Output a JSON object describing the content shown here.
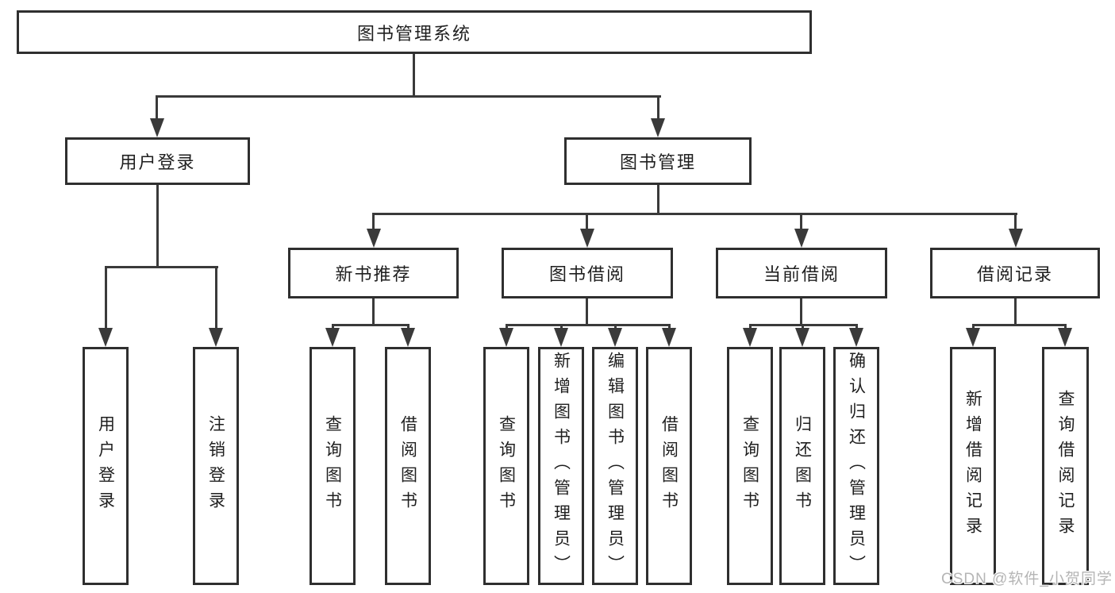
{
  "diagram": {
    "root": {
      "label": "图书管理系统"
    },
    "level2": [
      {
        "label": "用户登录"
      },
      {
        "label": "图书管理"
      }
    ],
    "level3": [
      {
        "label": "新书推荐"
      },
      {
        "label": "图书借阅"
      },
      {
        "label": "当前借阅"
      },
      {
        "label": "借阅记录"
      }
    ],
    "leaves": {
      "user_login": [
        {
          "label": "用户登录"
        },
        {
          "label": "注销登录"
        }
      ],
      "new_books": [
        {
          "label": "查询图书"
        },
        {
          "label": "借阅图书"
        }
      ],
      "book_borrow": [
        {
          "label": "查询图书"
        },
        {
          "label": "新增图书（管理员）"
        },
        {
          "label": "编辑图书（管理员）"
        },
        {
          "label": "借阅图书"
        }
      ],
      "current_borrow": [
        {
          "label": "查询图书"
        },
        {
          "label": "归还图书"
        },
        {
          "label": "确认归还（管理员）"
        }
      ],
      "borrow_records": [
        {
          "label": "新增借阅记录"
        },
        {
          "label": "查询借阅记录"
        }
      ]
    }
  },
  "watermark": {
    "text": "CSDN @软件_小贺同学"
  },
  "colors": {
    "background": "#ffffff",
    "line": "#3a3a3a",
    "box_border": "#2f2f2f",
    "text": "#1f1f1f",
    "watermark": "#b5b5b5"
  }
}
